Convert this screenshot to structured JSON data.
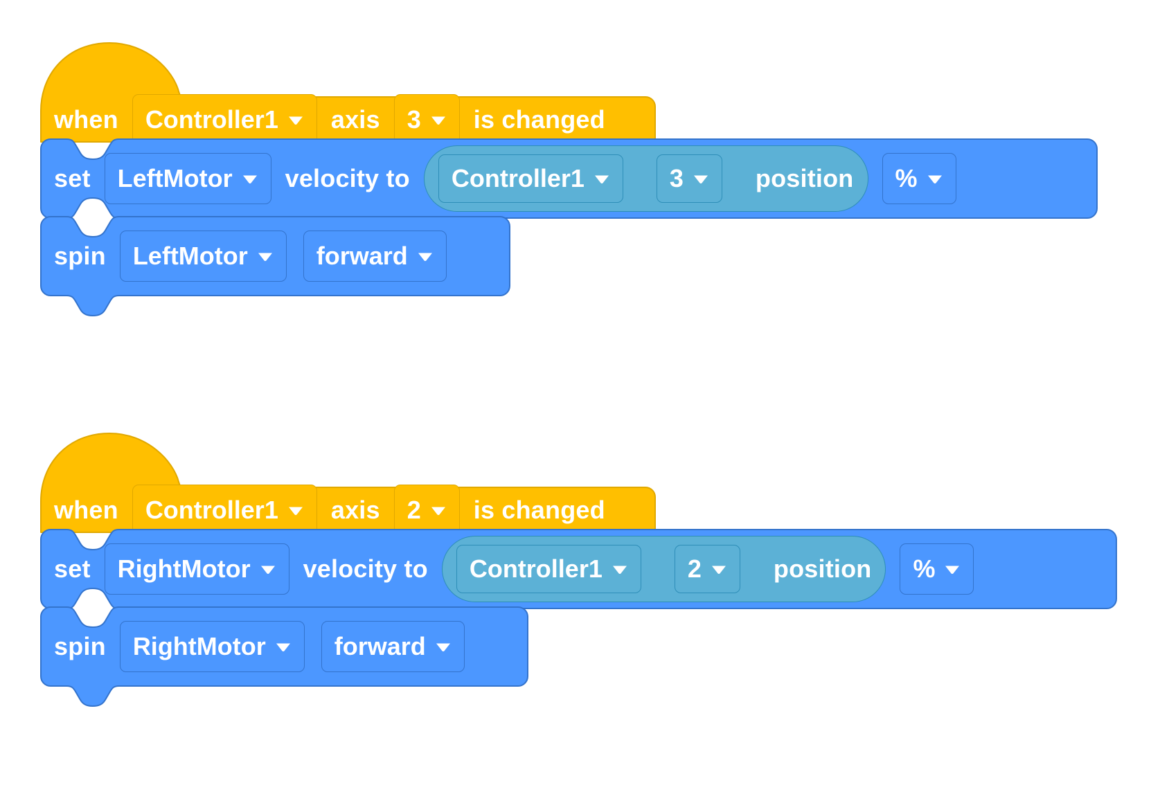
{
  "app": {
    "name": "VEXcode VR block workspace",
    "background": "#ffffff"
  },
  "palette": {
    "event_yellow": "#FFBF00",
    "event_yellow_border": "#E0A800",
    "motion_blue": "#4C97FF",
    "motion_blue_border": "#3373CC",
    "sensing_teal": "#5CB1D6",
    "sensing_teal_border": "#2E8EB8",
    "text_white": "#FFFFFF"
  },
  "icons": {
    "dropdown": "chevron-down-icon"
  },
  "scripts": [
    {
      "id": "script-left-motor",
      "hat": {
        "type": "event-hat",
        "words": {
          "when": "when",
          "axis": "axis",
          "is_changed": "is changed"
        },
        "fields": {
          "controller": "Controller1",
          "axis_number": "3"
        }
      },
      "blocks": [
        {
          "type": "set-velocity",
          "words": {
            "set": "set",
            "velocity_to": "velocity to"
          },
          "fields": {
            "motor": "LeftMotor",
            "unit": "%"
          },
          "reporter": {
            "type": "controller-axis-position",
            "words": {
              "position": "position"
            },
            "fields": {
              "controller": "Controller1",
              "axis_number": "3"
            }
          }
        },
        {
          "type": "spin",
          "words": {
            "spin": "spin"
          },
          "fields": {
            "motor": "LeftMotor",
            "direction": "forward"
          }
        }
      ]
    },
    {
      "id": "script-right-motor",
      "hat": {
        "type": "event-hat",
        "words": {
          "when": "when",
          "axis": "axis",
          "is_changed": "is changed"
        },
        "fields": {
          "controller": "Controller1",
          "axis_number": "2"
        }
      },
      "blocks": [
        {
          "type": "set-velocity",
          "words": {
            "set": "set",
            "velocity_to": "velocity to"
          },
          "fields": {
            "motor": "RightMotor",
            "unit": "%"
          },
          "reporter": {
            "type": "controller-axis-position",
            "words": {
              "position": "position"
            },
            "fields": {
              "controller": "Controller1",
              "axis_number": "2"
            }
          }
        },
        {
          "type": "spin",
          "words": {
            "spin": "spin"
          },
          "fields": {
            "motor": "RightMotor",
            "direction": "forward"
          }
        }
      ]
    }
  ]
}
